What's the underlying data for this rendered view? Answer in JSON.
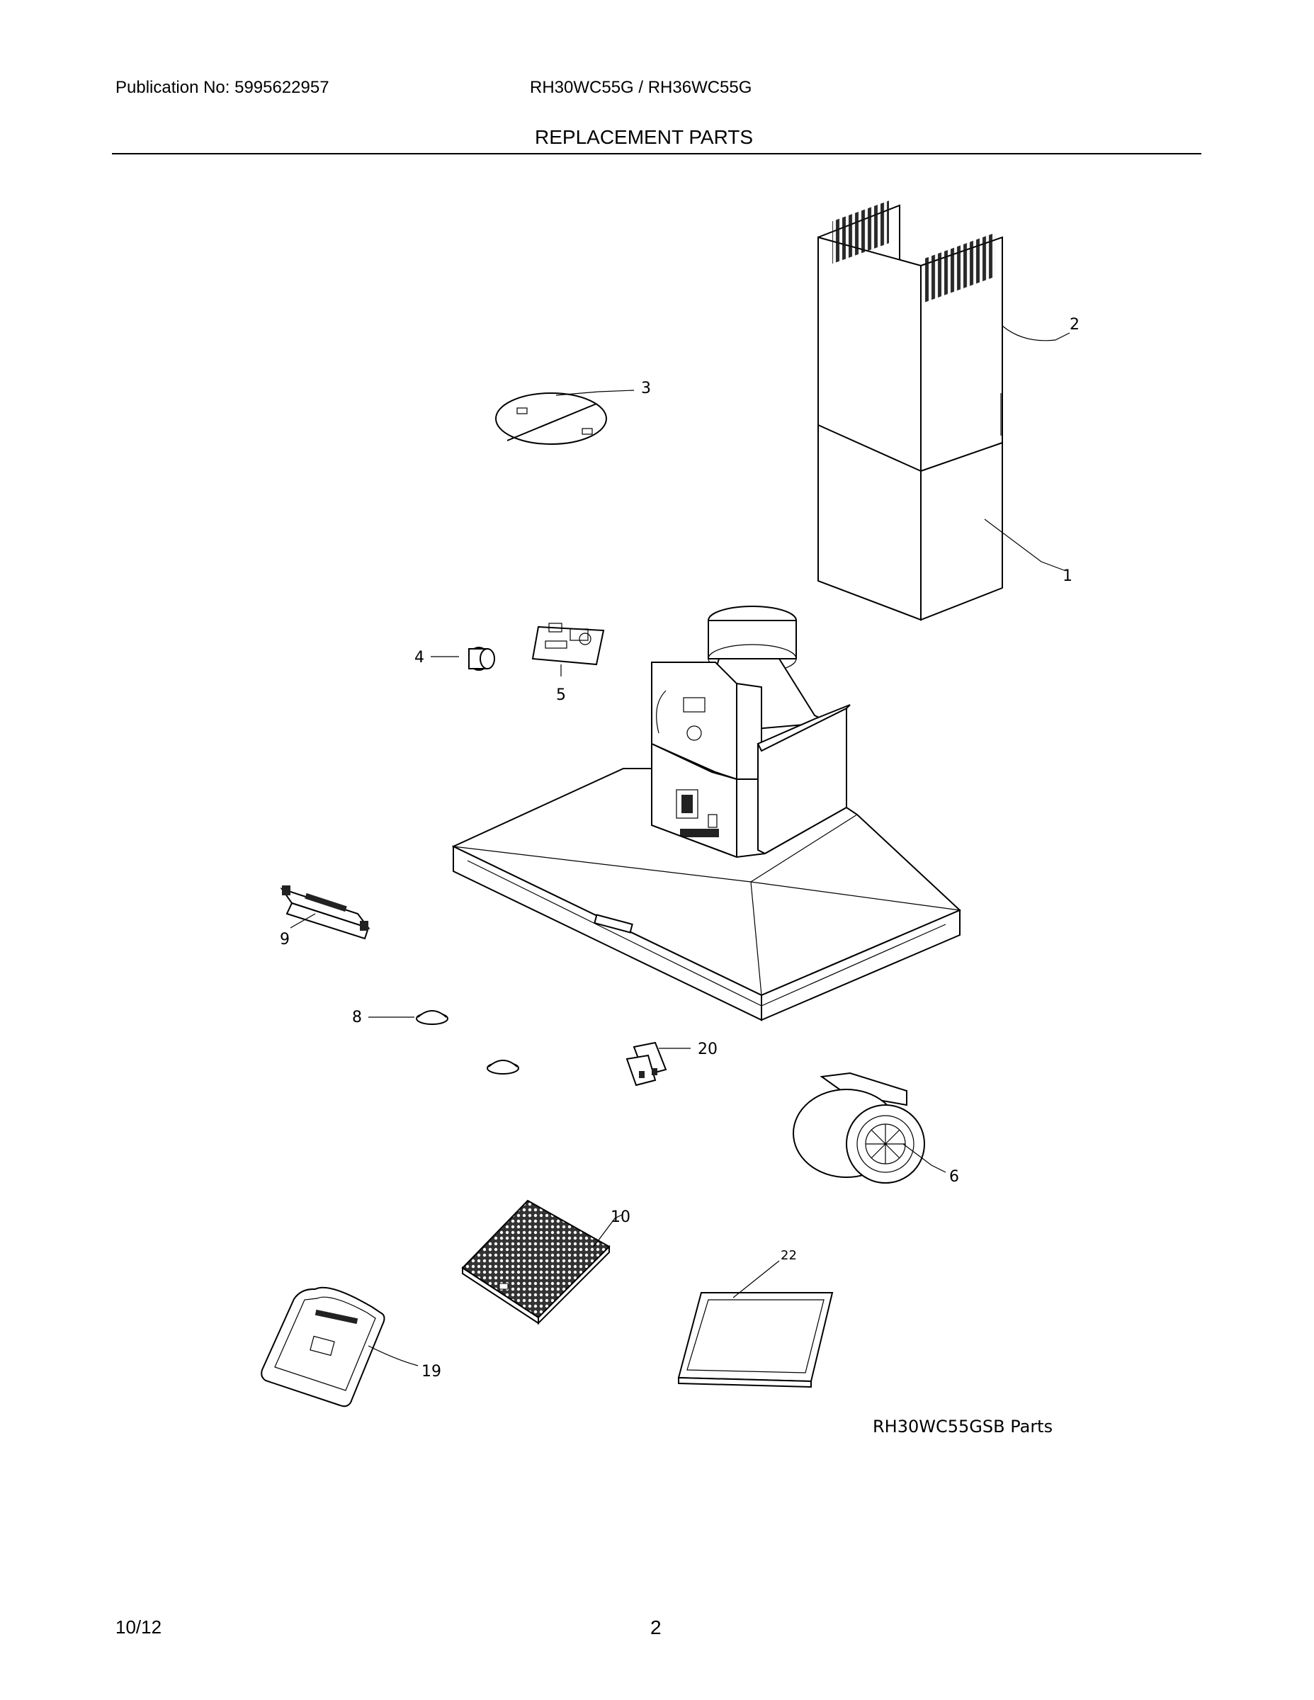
{
  "header": {
    "publication": "Publication No: 5995622957",
    "models": "RH30WC55G / RH36WC55G",
    "title": "REPLACEMENT PARTS"
  },
  "callouts": {
    "c1": "1",
    "c2": "2",
    "c3": "3",
    "c4": "4",
    "c5": "5",
    "c6": "6",
    "c8": "8",
    "c9": "9",
    "c10": "10",
    "c19": "19",
    "c20": "20",
    "c22": "22"
  },
  "caption": "RH30WC55GSB Parts",
  "footer": {
    "date": "10/12",
    "page": "2"
  }
}
